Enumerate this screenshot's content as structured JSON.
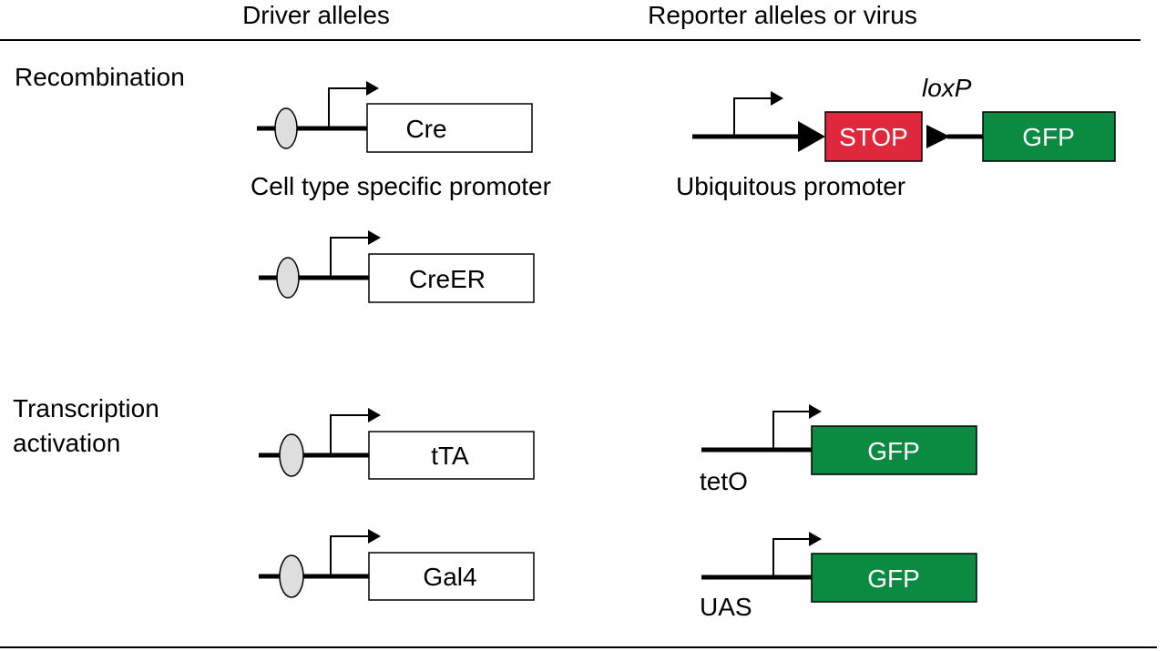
{
  "headers": {
    "driver": "Driver alleles",
    "reporter": "Reporter alleles or virus"
  },
  "rows": {
    "recombination": "Recombination",
    "transcription_line1": "Transcription",
    "transcription_line2": "activation"
  },
  "drivers": {
    "cre": "Cre",
    "creer": "CreER",
    "tta": "tTA",
    "gal4": "Gal4",
    "promoter_caption": "Cell type specific promoter"
  },
  "reporters": {
    "loxp": "loxP",
    "stop": "STOP",
    "gfp": "GFP",
    "ubiquitous_caption": "Ubiquitous promoter",
    "teto": "tetO",
    "uas": "UAS"
  },
  "colors": {
    "stop_fill": "#e0283c",
    "gfp_fill": "#0b8a42",
    "promoter_oval": "#dedede",
    "line": "#000000"
  }
}
